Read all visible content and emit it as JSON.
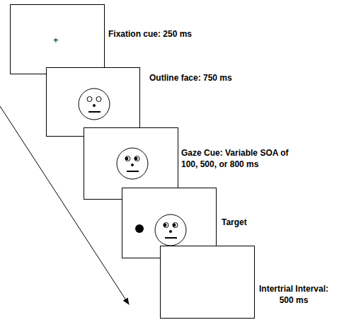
{
  "diagram": {
    "nodes": [
      {
        "text": [
          "+",
          "Fixation cue: 250 ms"
        ]
      },
      {
        "text": [
          "Outline face: 750 ms"
        ]
      },
      {
        "text": [
          "Gaze Cue: Variable SOA of 100, 500, or 800 ms"
        ]
      },
      {
        "text": [
          "Target"
        ]
      },
      {
        "text": [
          "Intertrial Interval: 500 ms"
        ]
      }
    ]
  }
}
